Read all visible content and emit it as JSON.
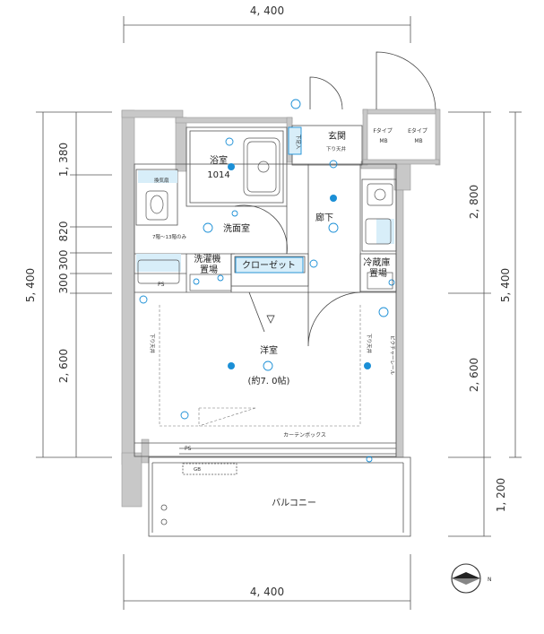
{
  "dimensions": {
    "top": "4, 400",
    "bottom": "4, 400",
    "left_total": "5, 400",
    "left_seg1": "1, 380",
    "left_seg2": "820",
    "left_seg3": "300",
    "left_seg4": "300",
    "left_seg5": "2, 600",
    "right_seg1": "2, 800",
    "right_total": "5, 400",
    "right_seg2": "2, 600",
    "right_seg3": "1, 200"
  },
  "rooms": {
    "bath": "浴室",
    "bath_size": "1014",
    "washroom": "洗面室",
    "entrance": "玄関",
    "hall": "廊下",
    "closet": "クローゼット",
    "laundry": "洗濯機\n置場",
    "fridge": "冷蔵庫\n置場",
    "western": "洋室",
    "western_size": "(約7. 0帖)",
    "balcony": "バルコニー",
    "curtain_box": "カーテンボックス",
    "mb_f": "Fタイプ\nMB",
    "mb_e": "Eタイプ\nMB"
  },
  "labels": {
    "ps1": "PS",
    "ps2": "PS",
    "down_ceiling_entrance": "下り天井",
    "shoe_box": "下足入",
    "down_ceiling_left": "下り天井",
    "down_ceiling_right": "下り天井",
    "picture_rail": "ピクチャーレール",
    "floor_note": "7階～13階のみ",
    "fan": "換気扇",
    "gb": "GB",
    "north": "N"
  }
}
